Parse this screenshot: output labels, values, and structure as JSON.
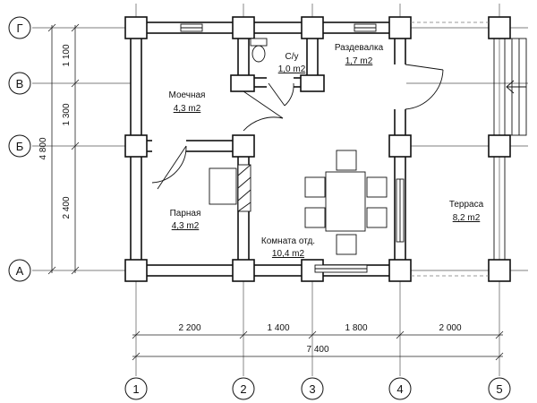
{
  "axes_vertical": [
    {
      "id": "ax-1",
      "label": "1"
    },
    {
      "id": "ax-2",
      "label": "2"
    },
    {
      "id": "ax-3",
      "label": "3"
    },
    {
      "id": "ax-4",
      "label": "4"
    },
    {
      "id": "ax-5",
      "label": "5"
    }
  ],
  "axes_horizontal": [
    {
      "id": "ax-g",
      "label": "Г"
    },
    {
      "id": "ax-v",
      "label": "В"
    },
    {
      "id": "ax-b",
      "label": "Б"
    },
    {
      "id": "ax-a",
      "label": "А"
    }
  ],
  "dims_bottom": [
    "2 200",
    "1 400",
    "1 800",
    "2 000"
  ],
  "dim_total_bottom": "7 400",
  "dims_left": [
    "1 100",
    "1 300",
    "2 400"
  ],
  "dim_total_left": "4 800",
  "rooms": [
    {
      "id": "moechnaya",
      "name": "Моечная",
      "area": "4,3 m2"
    },
    {
      "id": "su",
      "name": "С/у",
      "area": "1,0 m2"
    },
    {
      "id": "razdevalka",
      "name": "Раздевалка",
      "area": "1,7 m2"
    },
    {
      "id": "parnaya",
      "name": "Парная",
      "area": "4,3 m2"
    },
    {
      "id": "komnata",
      "name": "Комната отд.",
      "area": "10,4 m2"
    },
    {
      "id": "terrasa",
      "name": "Терраса",
      "area": "8,2 m2"
    }
  ]
}
